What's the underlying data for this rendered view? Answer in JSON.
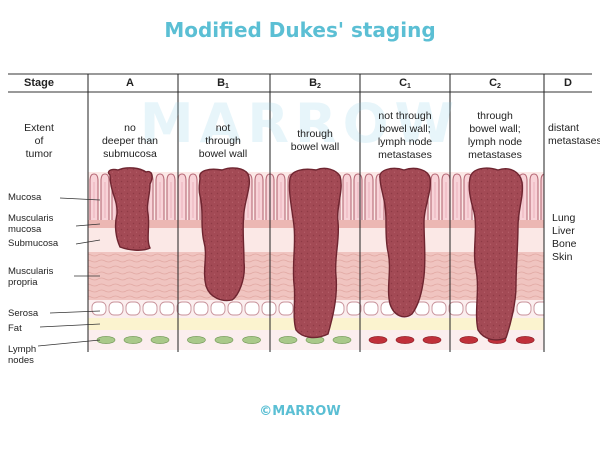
{
  "title": "Modified Dukes' staging",
  "watermark": "MARROW",
  "footer_logo": "©MARROW",
  "header": {
    "stage_label": "Stage",
    "stages": [
      {
        "id": "A",
        "letter": "A",
        "sub": ""
      },
      {
        "id": "B1",
        "letter": "B",
        "sub": "1"
      },
      {
        "id": "B2",
        "letter": "B",
        "sub": "2"
      },
      {
        "id": "C1",
        "letter": "C",
        "sub": "1"
      },
      {
        "id": "C2",
        "letter": "C",
        "sub": "2"
      },
      {
        "id": "D",
        "letter": "D",
        "sub": ""
      }
    ]
  },
  "extent_label": [
    "Extent",
    "of",
    "tumor"
  ],
  "descriptions": [
    [
      "no",
      "deeper than",
      "submucosa"
    ],
    [
      "not",
      "through",
      "bowel wall"
    ],
    [
      "through",
      "bowel wall"
    ],
    [
      "not through",
      "bowel wall;",
      "lymph node",
      "metastases"
    ],
    [
      "through",
      "bowel wall;",
      "lymph node",
      "metastases"
    ],
    [
      "distant",
      "metastases"
    ]
  ],
  "layers": [
    "Mucosa",
    "Muscularis mucosa",
    "Submucosa",
    "Muscularis propria",
    "Serosa",
    "Fat",
    "Lymph nodes"
  ],
  "metastasis_sites": [
    "Lung",
    "Liver",
    "Bone",
    "Skin"
  ],
  "colors": {
    "accent": "#5bbfd4",
    "tumor": "#a34a55",
    "tumor_edge": "#6e2530",
    "muscle": "#f0c4c0",
    "submucosa": "#fbe8e6",
    "fat": "#fbf3cf",
    "node_normal": "#a9c98a",
    "node_positive": "#c0303a"
  }
}
